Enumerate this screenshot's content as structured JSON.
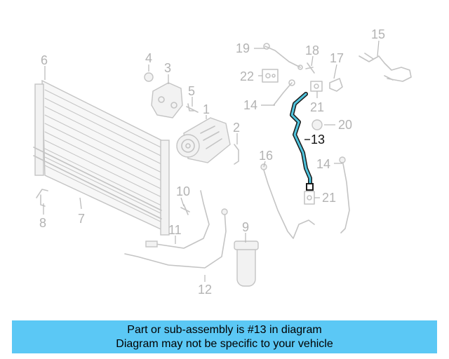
{
  "diagram": {
    "highlight_color": "#4fc3dc",
    "callouts": {
      "c1": "1",
      "c2": "2",
      "c3": "3",
      "c4": "4",
      "c5": "5",
      "c6": "6",
      "c7": "7",
      "c8": "8",
      "c9": "9",
      "c10": "10",
      "c11": "11",
      "c12": "12",
      "c13": "13",
      "c14a": "14",
      "c14b": "14",
      "c15": "15",
      "c16": "16",
      "c17": "17",
      "c18": "18",
      "c19": "19",
      "c20": "20",
      "c21a": "21",
      "c21b": "21",
      "c22": "22"
    }
  },
  "banner": {
    "background": "#5bc8f5",
    "line1": "Part or sub-assembly is #13 in diagram",
    "line2": "Diagram may not be specific to your vehicle"
  }
}
